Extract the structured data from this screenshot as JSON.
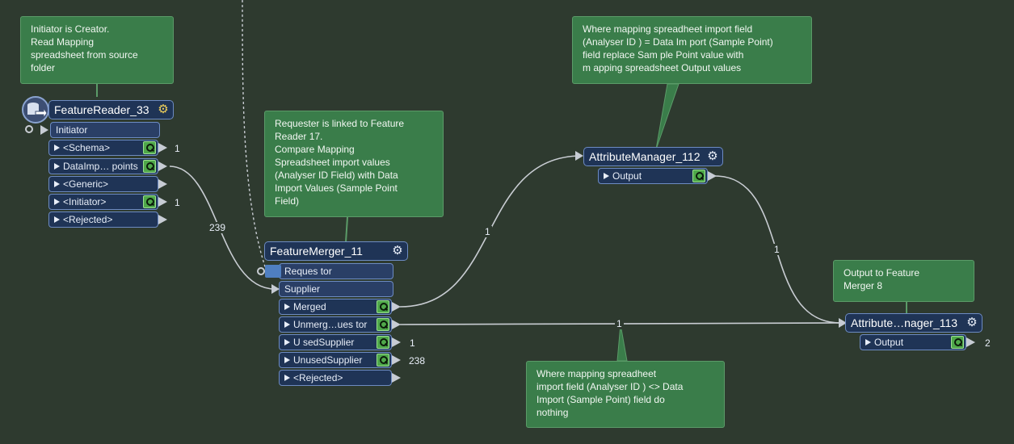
{
  "notes": {
    "initiator": "Initiator is Creator.\nRead Mapping\nspreadsheet from source\nfolder",
    "requester": "Requester is linked to Feature\nReader 17.\nCompare Mapping\nSpreadsheet import values\n(Analyser ID Field) with Data\nImport Values (Sample Point\nField)",
    "where_eq": "Where  mapping spreadheet  import field\n(Analyser ID ) = Data Im port (Sample Point)\nfield replace Sam ple Point value with\nm apping spreadsheet Output values",
    "output_fm8": "Output to Feature\nMerger 8",
    "where_neq": "Where  mapping spreadheet\nimport field (Analyser ID ) <> Data\nImport (Sample Point) field do\nnothing"
  },
  "reader": {
    "title": "FeatureReader_33",
    "initiator": "Initiator",
    "ports": [
      {
        "label": "<Schema>",
        "count": "1"
      },
      {
        "label": "DataImp… points",
        "count": ""
      },
      {
        "label": "<Generic>",
        "count": ""
      },
      {
        "label": "<Initiator>",
        "count": "1"
      },
      {
        "label": "<Rejected>",
        "count": ""
      }
    ]
  },
  "merger": {
    "title": "FeatureMerger_11",
    "inputs": [
      "Reques tor",
      "Supplier"
    ],
    "ports": [
      {
        "label": "Merged",
        "count": ""
      },
      {
        "label": "Unmerg…ues tor",
        "count": ""
      },
      {
        "label": "U sedSupplier",
        "count": "1"
      },
      {
        "label": "UnusedSupplier",
        "count": "238"
      },
      {
        "label": "<Rejected>",
        "count": ""
      }
    ]
  },
  "am112": {
    "title": "AttributeManager_112",
    "output": "Output"
  },
  "am113": {
    "title": "Attribute…nager_113",
    "output": "Output",
    "count": "2"
  },
  "wire_counts": {
    "reader_to_merger": "239",
    "merged_to_am112": "1",
    "am112_to_am113": "1",
    "unmerged_to_am113": "1"
  },
  "colors": {
    "canvas": "#2e3a2f",
    "note": "#3a7d4a",
    "transformer": "#1f3456",
    "wire": "#c9cdd3"
  }
}
